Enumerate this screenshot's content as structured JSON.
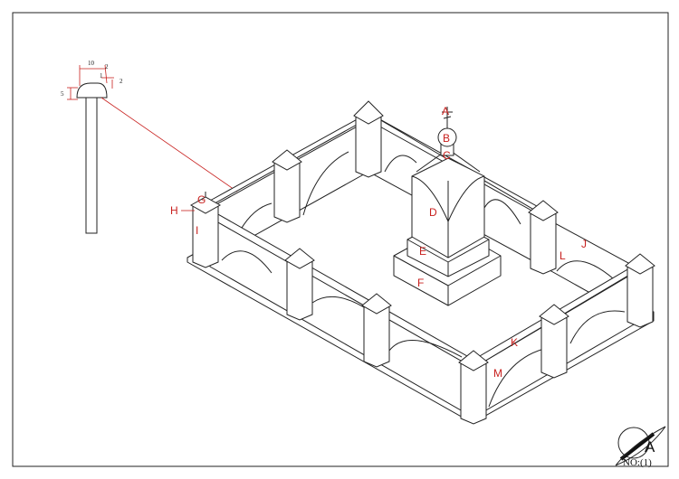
{
  "drawing": {
    "labels": {
      "A": "A",
      "B": "B",
      "C": "C",
      "D": "D",
      "E": "E",
      "F": "F",
      "G": "G",
      "H": "H",
      "I": "I",
      "J": "J",
      "K": "K",
      "L": "L",
      "M": "M"
    },
    "detail_dimensions": {
      "width": "10",
      "cap_offset": "2",
      "step": "1",
      "lip": "2",
      "height": "5"
    },
    "title_block": {
      "letter": "A",
      "number": "NO:(1)"
    },
    "colors": {
      "line": "#222222",
      "label": "#c8201e"
    }
  }
}
